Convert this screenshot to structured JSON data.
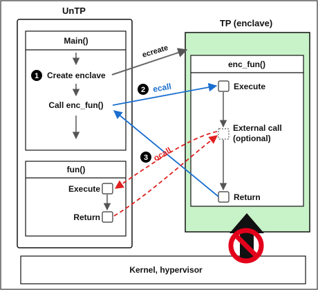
{
  "untp": {
    "title": "UnTP"
  },
  "tp": {
    "title": "TP (enclave)"
  },
  "main_box": {
    "title": "Main()",
    "steps": {
      "create": "Create enclave",
      "call": "Call enc_fun()"
    }
  },
  "fun_box": {
    "title": "fun()",
    "execute": "Execute",
    "return": "Return"
  },
  "enc_box": {
    "title": "enc_fun()",
    "execute": "Execute",
    "external_line1": "External call",
    "external_line2": "(optional)",
    "return": "Return"
  },
  "kernel": {
    "label": "Kernel, hypervisor"
  },
  "arrows": {
    "ecreate": "ecreate",
    "ecall": "ecall",
    "ocall": "ocall"
  },
  "badges": {
    "one": "1",
    "two": "2",
    "three": "3"
  },
  "colors": {
    "enclave_fill": "#c8f2c8",
    "ecall_blue": "#1a6fd0",
    "ocall_red": "#e02020",
    "ecreate_gray": "#666666",
    "prohibition_red": "#e3001b"
  },
  "icons": {
    "blocked": "prohibited-icon",
    "upward": "up-arrow-icon"
  }
}
